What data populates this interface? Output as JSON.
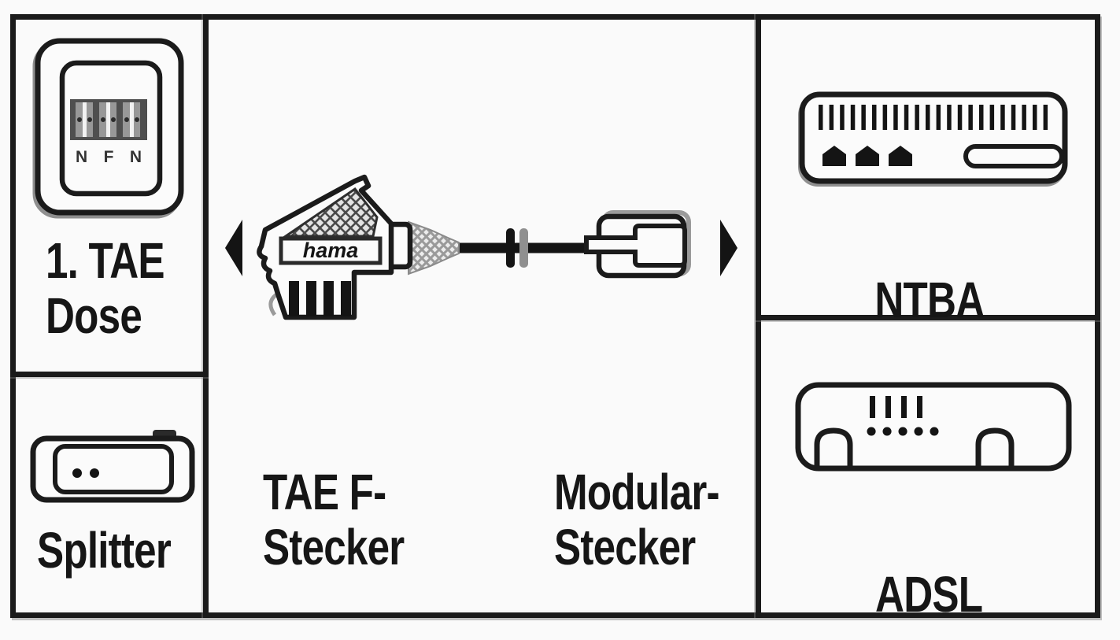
{
  "page": {
    "background_color": "#fafafa",
    "line_color": "#1b1b1b"
  },
  "diagram": {
    "left_column": {
      "tae_dose": {
        "label": "1. TAE\nDose"
      },
      "splitter": {
        "label": "Splitter"
      }
    },
    "center": {
      "brand": "hama",
      "tae_f_label": "TAE F-\nStecker",
      "modular_label": "Modular-\nStecker"
    },
    "right_column": {
      "ntba": {
        "label": "NTBA"
      },
      "adsl": {
        "label": "ADSL"
      }
    },
    "socket_codes": "N F N"
  }
}
